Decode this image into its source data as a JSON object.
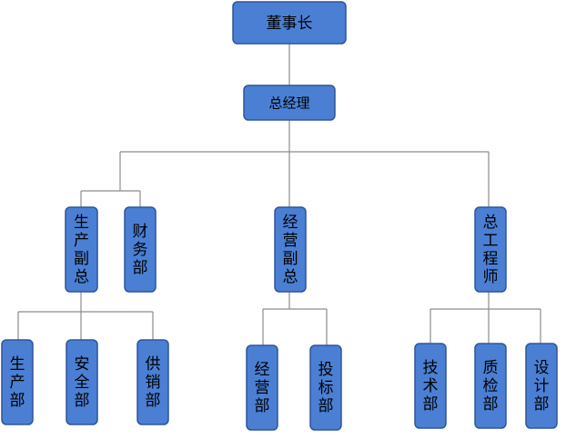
{
  "chart_data": {
    "type": "org-chart",
    "nodes": [
      {
        "id": "chairman",
        "label": "董事长",
        "orientation": "horizontal",
        "parent": null
      },
      {
        "id": "gm",
        "label": "总经理",
        "orientation": "horizontal",
        "parent": "chairman"
      },
      {
        "id": "vp-production",
        "label": "生产副总",
        "orientation": "vertical",
        "parent": "gm"
      },
      {
        "id": "finance",
        "label": "财务部",
        "orientation": "vertical",
        "parent": "gm"
      },
      {
        "id": "vp-operations",
        "label": "经营副总",
        "orientation": "vertical",
        "parent": "gm"
      },
      {
        "id": "chief-engineer",
        "label": "总工程师",
        "orientation": "vertical",
        "parent": "gm"
      },
      {
        "id": "production-dept",
        "label": "生产部",
        "orientation": "vertical",
        "parent": "vp-production"
      },
      {
        "id": "safety-dept",
        "label": "安全部",
        "orientation": "vertical",
        "parent": "vp-production"
      },
      {
        "id": "supply-dept",
        "label": "供销部",
        "orientation": "vertical",
        "parent": "vp-production"
      },
      {
        "id": "operations-dept",
        "label": "经营部",
        "orientation": "vertical",
        "parent": "vp-operations"
      },
      {
        "id": "bidding-dept",
        "label": "投标部",
        "orientation": "vertical",
        "parent": "vp-operations"
      },
      {
        "id": "tech-dept",
        "label": "技术部",
        "orientation": "vertical",
        "parent": "chief-engineer"
      },
      {
        "id": "quality-dept",
        "label": "质检部",
        "orientation": "vertical",
        "parent": "chief-engineer"
      },
      {
        "id": "design-dept",
        "label": "设计部",
        "orientation": "vertical",
        "parent": "chief-engineer"
      }
    ]
  },
  "colors": {
    "box_fill": "#4a7fd4",
    "box_border": "#2f5597",
    "connector": "#8c8c8c",
    "text": "#000000"
  }
}
